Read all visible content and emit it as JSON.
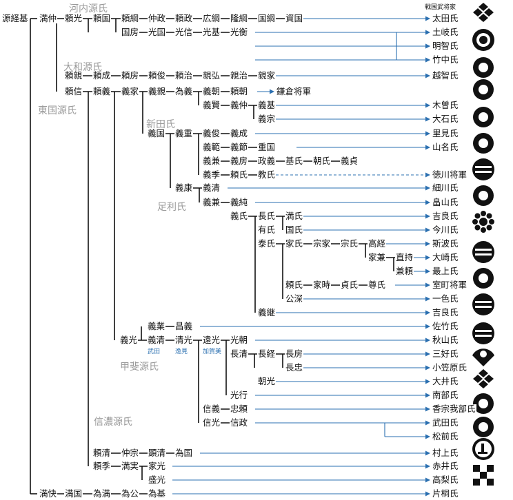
{
  "header": "戦国武将家",
  "clans": [
    "河内源氏",
    "大和源氏",
    "東国源氏",
    "新田氏",
    "足利氏",
    "甲斐源氏",
    "信濃源氏"
  ],
  "notes": [
    "武田",
    "逸見",
    "加賀美"
  ],
  "names": [
    "源経基",
    "満仲",
    "頼光",
    "頼国",
    "頼綱",
    "仲政",
    "頼政",
    "広綱",
    "隆綱",
    "国綱",
    "資国",
    "国房",
    "光国",
    "光信",
    "光基",
    "光衡",
    "頼親",
    "頼成",
    "頼房",
    "頼俊",
    "頼治",
    "親弘",
    "親治",
    "親家",
    "頼信",
    "頼義",
    "義家",
    "義親",
    "為義",
    "義朝",
    "頼朝",
    "鎌倉将軍",
    "義賢",
    "義仲",
    "義基",
    "義宗",
    "義国",
    "義重",
    "義俊",
    "義成",
    "義範",
    "義節",
    "重国",
    "義兼",
    "義房",
    "政義",
    "基氏",
    "朝氏",
    "義貞",
    "義季",
    "頼氏",
    "教氏",
    "義康",
    "義清",
    "義兼",
    "義純",
    "義氏",
    "長氏",
    "満氏",
    "国氏",
    "有氏",
    "泰氏",
    "家氏",
    "宗家",
    "宗氏",
    "高経",
    "家兼",
    "直持",
    "兼頼",
    "頼氏",
    "家時",
    "貞氏",
    "尊氏",
    "公深",
    "義継",
    "義光",
    "義業",
    "昌義",
    "義清",
    "清光",
    "遠光",
    "光朝",
    "長清",
    "長経",
    "長房",
    "長忠",
    "朝光",
    "光行",
    "信義",
    "忠頼",
    "信光",
    "信政",
    "頼清",
    "仲宗",
    "顕清",
    "為国",
    "頼季",
    "満実",
    "家光",
    "盛光",
    "満快",
    "満国",
    "為満",
    "為公",
    "為基"
  ],
  "families": [
    "太田氏",
    "土岐氏",
    "明智氏",
    "竹中氏",
    "越智氏",
    "木曽氏",
    "大石氏",
    "里見氏",
    "山名氏",
    "徳川将軍",
    "細川氏",
    "畠山氏",
    "吉良氏",
    "今川氏",
    "斯波氏",
    "大崎氏",
    "最上氏",
    "室町将軍",
    "一色氏",
    "吉良氏",
    "佐竹氏",
    "秋山氏",
    "三好氏",
    "小笠原氏",
    "大井氏",
    "南部氏",
    "香宗我部氏",
    "武田氏",
    "松前氏",
    "村上氏",
    "赤井氏",
    "高梨氏",
    "片桐氏"
  ],
  "colors": {
    "line": "#111111",
    "arrow": "#2a6fb0",
    "clan": "#9a9a9a",
    "note": "#2a6fb0"
  },
  "kamon_icons": [
    "takeda-bishi-crest",
    "maru-ni-kikyo-crest",
    "mokko-crest",
    "futatsu-hiki-crest",
    "mitsu-domoe-crest",
    "kuyo-crest",
    "sasa-rindo-crest",
    "kiri-crest",
    "fan-crest",
    "hanabishi-crest",
    "maru-ni-ue-crest",
    "ichimatsu-crest"
  ]
}
